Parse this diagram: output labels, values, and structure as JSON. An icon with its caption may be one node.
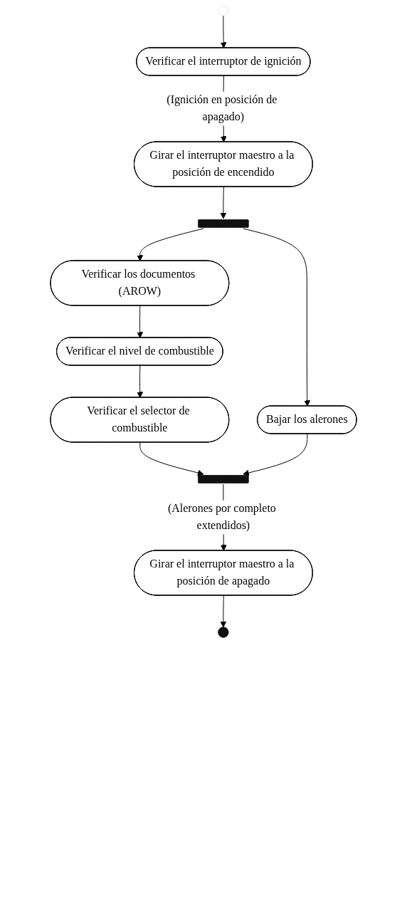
{
  "diagram": {
    "nodes": [
      {
        "text": [],
        "shape": "circle"
      },
      {
        "text": [
          "Verificar el interruptor de ignición"
        ]
      },
      {
        "text": [
          "Girar el interruptor maestro a la posición de encendido"
        ]
      },
      {
        "text": [],
        "shape": "bar"
      },
      {
        "text": [
          "Verificar los documentos (AROW)"
        ]
      },
      {
        "text": [
          "Verificar el nivel de combustible"
        ]
      },
      {
        "text": [
          "Verificar el selector de combustible"
        ]
      },
      {
        "text": [
          "Bajar los alerones"
        ]
      },
      {
        "text": [],
        "shape": "bar"
      },
      {
        "text": [
          "Girar el interruptor maestro a la posición de apagado"
        ]
      },
      {
        "text": [],
        "shape": "circle"
      }
    ],
    "edges": [
      {
        "from": 0,
        "to": 1,
        "arrow": "to"
      },
      {
        "from": 1,
        "to": 2,
        "arrow": "to",
        "label": "(Ignición en posición de apagado)"
      },
      {
        "from": 2,
        "to": 3,
        "arrow": "to"
      },
      {
        "from": 3,
        "to": 4,
        "arrow": "to"
      },
      {
        "from": 4,
        "to": 5,
        "arrow": "to"
      },
      {
        "from": 5,
        "to": 6,
        "arrow": "to"
      },
      {
        "from": 3,
        "to": 7,
        "arrow": "to"
      },
      {
        "from": 6,
        "to": 8,
        "arrow": "to"
      },
      {
        "from": 7,
        "to": 8,
        "arrow": "to"
      },
      {
        "from": 8,
        "to": 9,
        "arrow": "to",
        "label": "(Alerones por completo extendidos)"
      },
      {
        "from": 9,
        "to": 10,
        "arrow": "to"
      }
    ]
  }
}
